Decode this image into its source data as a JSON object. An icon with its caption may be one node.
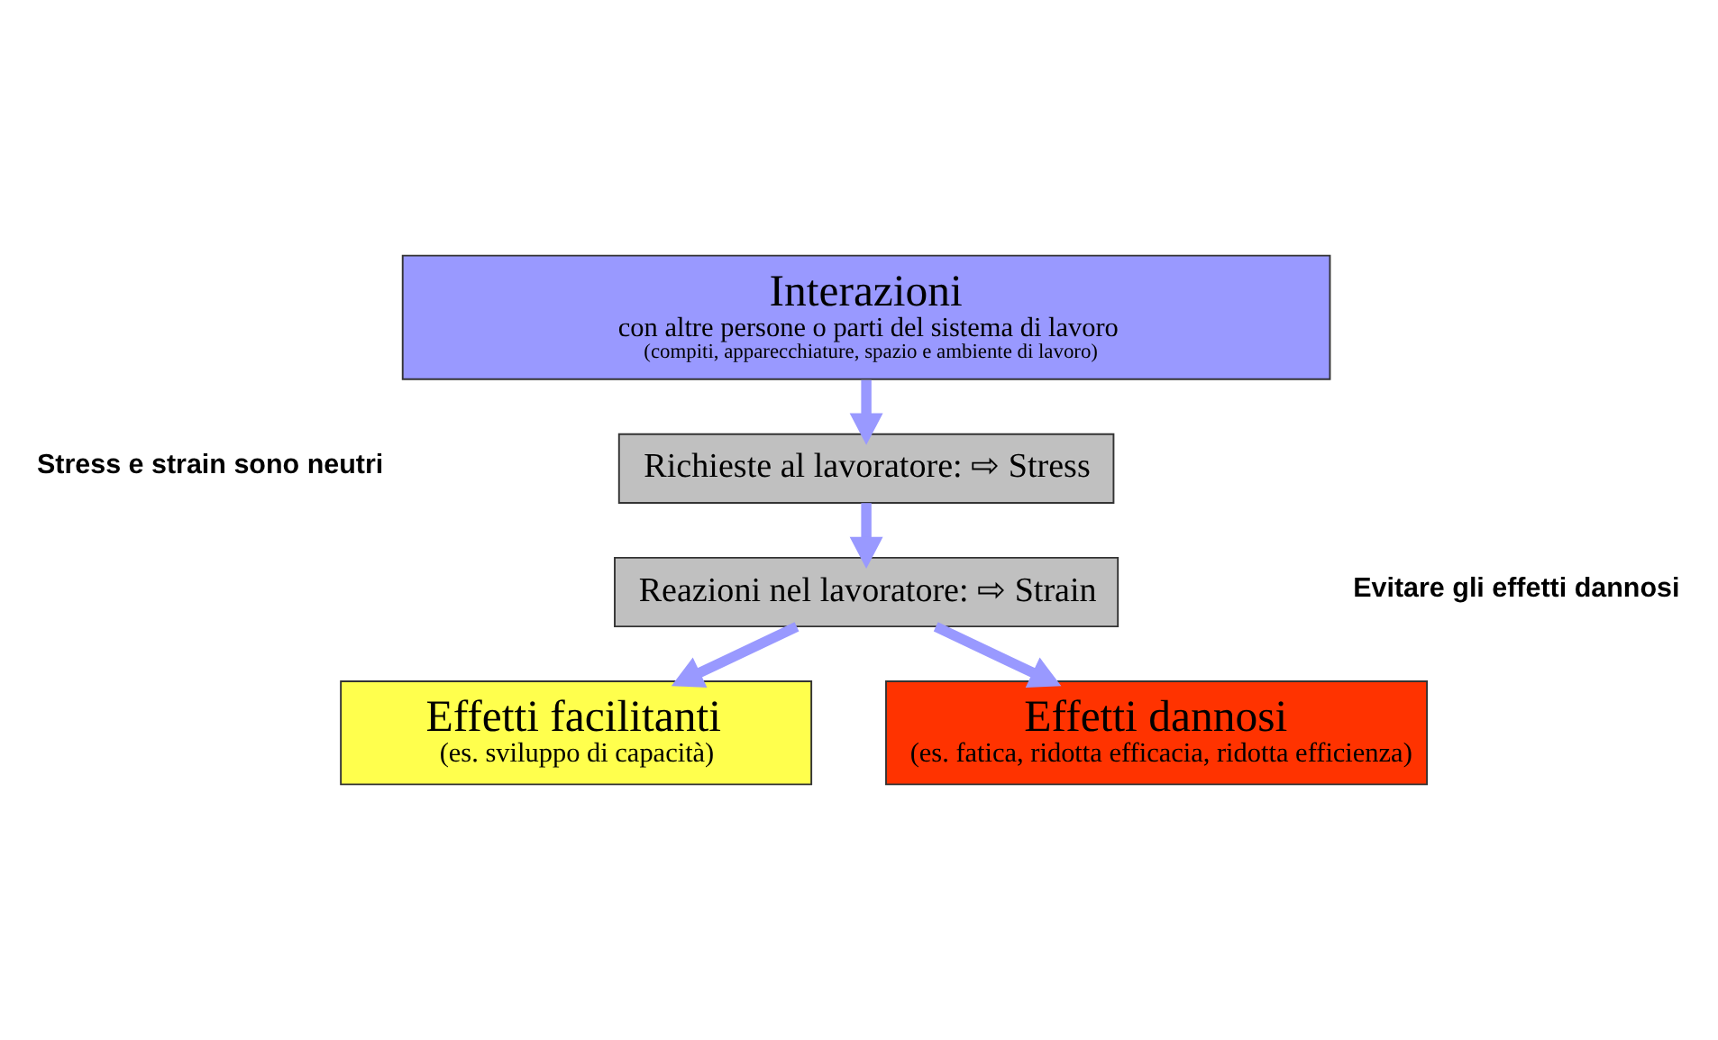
{
  "diagram": {
    "nodes": [
      {
        "text": [
          "Interazioni",
          "con altre persone o parti del sistema di lavoro",
          "(compiti, apparecchiature, spazio e ambiente di lavoro)"
        ]
      },
      {
        "text": [
          "Richieste al lavoratore: ⇨ Stress"
        ]
      },
      {
        "text": [
          "Reazioni nel lavoratore: ⇨ Strain"
        ]
      },
      {
        "text": [
          "Effetti facilitanti",
          "(es. sviluppo di capacità)"
        ]
      },
      {
        "text": [
          "Effetti dannosi",
          "(es. fatica, ridotta efficacia, ridotta efficienza)"
        ]
      }
    ],
    "edges": [
      {
        "from": 0,
        "to": 1,
        "arrow": "to"
      },
      {
        "from": 1,
        "to": 2,
        "arrow": "to"
      },
      {
        "from": 2,
        "to": 3,
        "arrow": "to"
      },
      {
        "from": 2,
        "to": 4,
        "arrow": "to"
      }
    ],
    "labels": [
      "Stress e strain sono neutri",
      "Evitare gli effetti dannosi"
    ]
  }
}
